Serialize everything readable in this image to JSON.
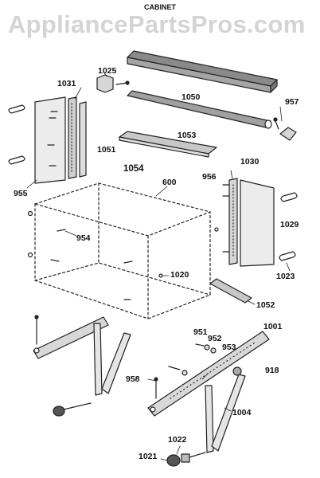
{
  "header": {
    "title": "CABINET",
    "watermark": "AppliancePartsPros.com"
  },
  "parts": {
    "p1025": "1025",
    "p1050": "1050",
    "p957": "957",
    "p1031": "1031",
    "p1053": "1053",
    "p1051": "1051",
    "p1054": "1054",
    "p955": "955",
    "p600": "600",
    "p956": "956",
    "p1030": "1030",
    "p1029": "1029",
    "p954": "954",
    "p1020": "1020",
    "p1023": "1023",
    "p1052": "1052",
    "p951": "951",
    "p1001": "1001",
    "p952": "952",
    "p953": "953",
    "p918": "918",
    "p958": "958",
    "p1004": "1004",
    "p1022": "1022",
    "p1021": "1021"
  }
}
